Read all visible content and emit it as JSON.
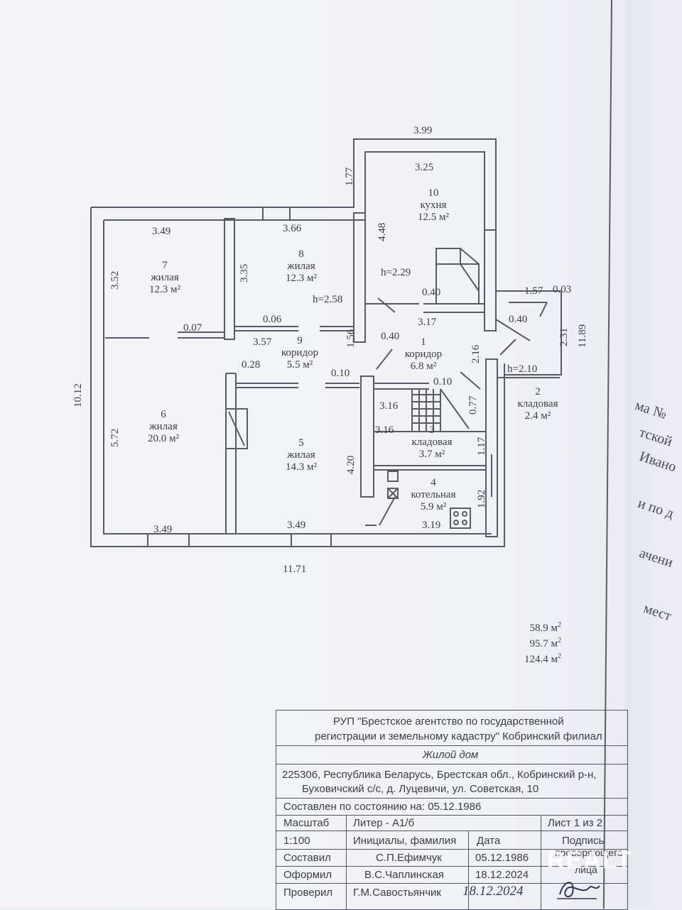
{
  "plan": {
    "overall": {
      "width": "11.71",
      "height": "10.12",
      "top_width": "3.99",
      "right_height": "11.89"
    },
    "dims": {
      "d177": "1.77",
      "d325": "3.25",
      "d349a": "3.49",
      "d366": "3.66",
      "d352": "3.52",
      "d335": "3.35",
      "d448": "4.48",
      "h229": "h=2.29",
      "d040a": "0.40",
      "d157": "1.57",
      "d003": "0.03",
      "d231": "2.31",
      "d040b": "0.40",
      "h258": "h=2.58",
      "d006": "0.06",
      "d007": "0.07",
      "d357": "3.57",
      "d317": "3.17",
      "d156": "1.56",
      "d040c": "0.40",
      "d216": "2.16",
      "h210": "h=2.10",
      "d028": "0.28",
      "d010a": "0.10",
      "d010b": "0.10",
      "d316a": "3.16",
      "d077": "0.77",
      "d316b": "3.16",
      "d572": "5.72",
      "d117": "1.17",
      "d420": "4.20",
      "d192": "1.92",
      "d349b": "3.49",
      "d349c": "3.49",
      "d319": "3.19"
    },
    "rooms": [
      {
        "num": "10",
        "name": "кухня",
        "area": "12.5 м²"
      },
      {
        "num": "7",
        "name": "жилая",
        "area": "12.3 м²"
      },
      {
        "num": "8",
        "name": "жилая",
        "area": "12.3 м²"
      },
      {
        "num": "9",
        "name": "коридор",
        "area": "5.5 м²"
      },
      {
        "num": "1",
        "name": "коридор",
        "area": "6.8 м²"
      },
      {
        "num": "2",
        "name": "кладовая",
        "area": "2.4 м²"
      },
      {
        "num": "6",
        "name": "жилая",
        "area": "20.0 м²"
      },
      {
        "num": "5",
        "name": "жилая",
        "area": "14.3 м²"
      },
      {
        "num": "3",
        "name": "кладовая",
        "area": "3.7 м²"
      },
      {
        "num": "4",
        "name": "котельная",
        "area": "5.9 м²"
      }
    ]
  },
  "totals": [
    "58.9 м",
    "95.7 м",
    "124.4 м"
  ],
  "title_block": {
    "org_line1": "РУП \"Брестское агентство по государственной",
    "org_line2": "регистрации и земельному кадастру\"  Кобринский филиал",
    "object": "Жилой дом",
    "address1": "225306, Республика Беларусь, Брестская обл., Кобринский р-н,",
    "address2": "Буховичский с/с, д. Луцевичи, ул. Советская, 10",
    "state_date": "Составлен по состоянию на: 05.12.1986",
    "scale_label": "Масштаб",
    "scale_value": "1:100",
    "liter": "Литер - А1/б",
    "sheet": "Лист  1 из 2",
    "initials_header": "Инициалы, фамилия",
    "date_header": "Дата",
    "sign_header": "Подпись",
    "sign_header2": "проверяющего",
    "sign_header3": "лица",
    "rows": [
      {
        "role": "Составил",
        "name": "С.П.Ефимчук",
        "date": "05.12.1986"
      },
      {
        "role": "Оформил",
        "name": "В.С.Чаплинская",
        "date": "18.12.2024"
      },
      {
        "role": "Проверил",
        "name": "Г.М.Савостьянчик",
        "date": "18.12.2024"
      }
    ],
    "handwritten_date": "18.12.2024"
  },
  "side_fragments": [
    "ма №",
    "тской",
    "Ивано",
    "и по д",
    "ачени",
    "мест"
  ],
  "watermark": "REALT"
}
